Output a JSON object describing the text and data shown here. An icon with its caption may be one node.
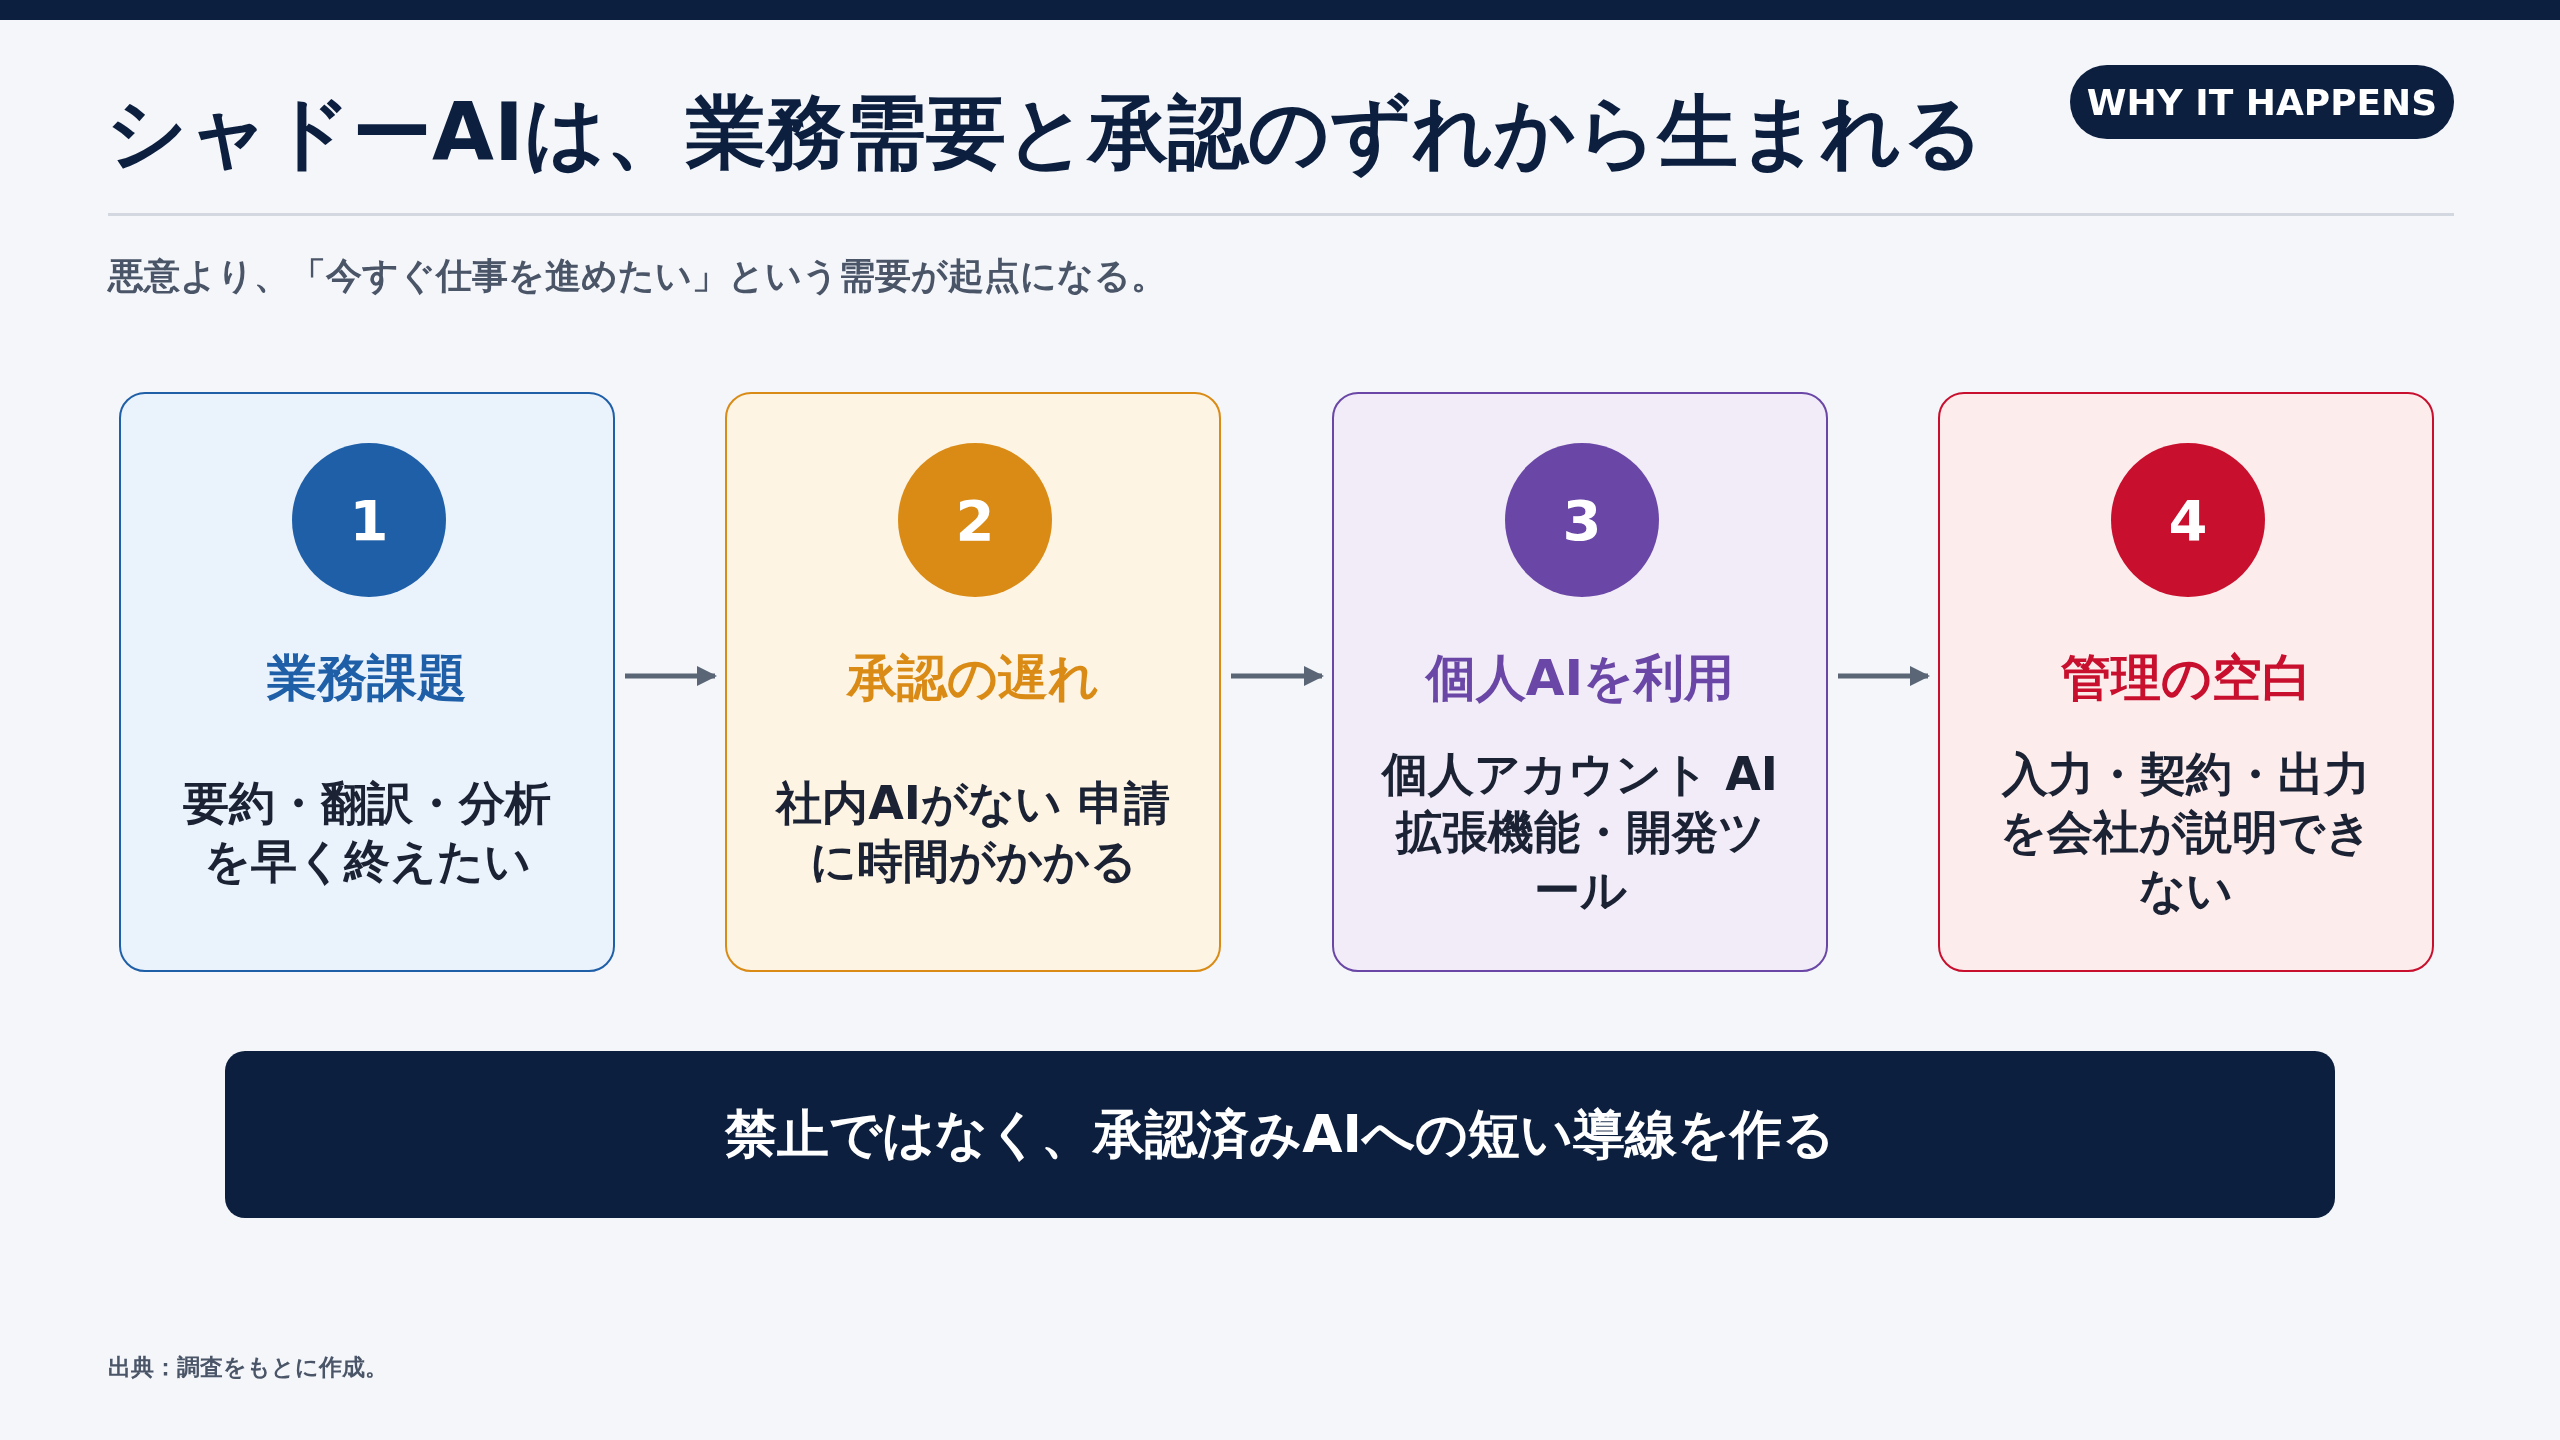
{
  "diagram": {
    "title": "シャドーAIは、業務需要と承認のずれから生まれる",
    "nodes": [
      {
        "text": [
          "WHY IT HAPPENS"
        ]
      },
      {
        "text": [
          "業務課題",
          "要約・翻訳・分析を早く終えたい"
        ]
      },
      {
        "text": [
          "1"
        ],
        "in": 1
      },
      {
        "text": [
          "承認の遅れ",
          "社内AIがない 申請に時間がかかる"
        ]
      },
      {
        "text": [
          "2"
        ],
        "in": 3
      },
      {
        "text": [
          "個人AIを利用",
          "個人アカウント AI拡張機能・開発ツール"
        ]
      },
      {
        "text": [
          "3"
        ],
        "in": 5
      },
      {
        "text": [
          "管理の空白",
          "入力・契約・出力を会社が説明できない"
        ]
      },
      {
        "text": [
          "4"
        ],
        "in": 7
      },
      {
        "text": [
          "禁止ではなく、承認済みAIへの短い導線を作る"
        ]
      },
      {
        "text": [],
        "shape": "bar"
      }
    ],
    "edges": [
      {
        "from": 1,
        "to": 3,
        "arrow": "to"
      },
      {
        "from": 3,
        "to": 5,
        "arrow": "to"
      },
      {
        "from": 5,
        "to": 7,
        "arrow": "to"
      }
    ],
    "labels": [
      "悪意より、「今すぐ仕事を進めたい」という需要が起点になる。",
      "出典：調査をもとに作成。"
    ]
  }
}
